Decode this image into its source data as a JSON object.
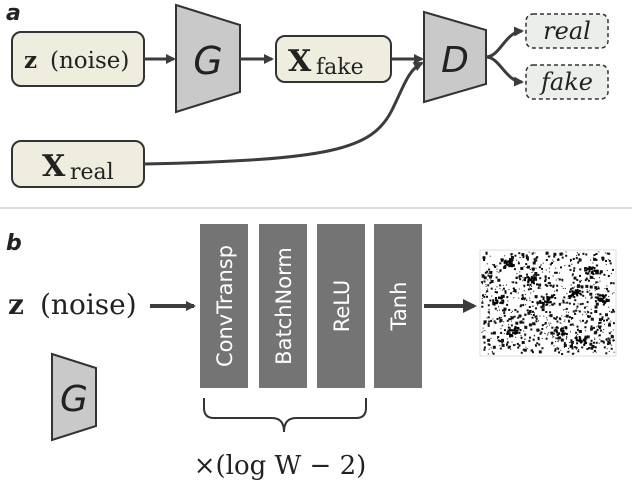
{
  "panel_a": {
    "label": "a",
    "noise_symbol": "z",
    "noise_text": "(noise)",
    "generator": "G",
    "fake_main": "X",
    "fake_sub": "fake",
    "discriminator": "D",
    "real_out": "real",
    "fake_out": "fake",
    "real_main": "X",
    "real_sub": "real"
  },
  "panel_b": {
    "label": "b",
    "noise_symbol": "z",
    "noise_text": "(noise)",
    "generator": "G",
    "layers": [
      "ConvTransp",
      "BatchNorm",
      "ReLU",
      "Tanh"
    ],
    "repeat_label": "×(log W − 2)"
  },
  "colors": {
    "box_fill": "#efeddd",
    "trap_fill": "#c9c9c9",
    "layer_fill": "#747474",
    "out_fill": "#ebeeeb",
    "arrow": "#3c3c3c"
  }
}
